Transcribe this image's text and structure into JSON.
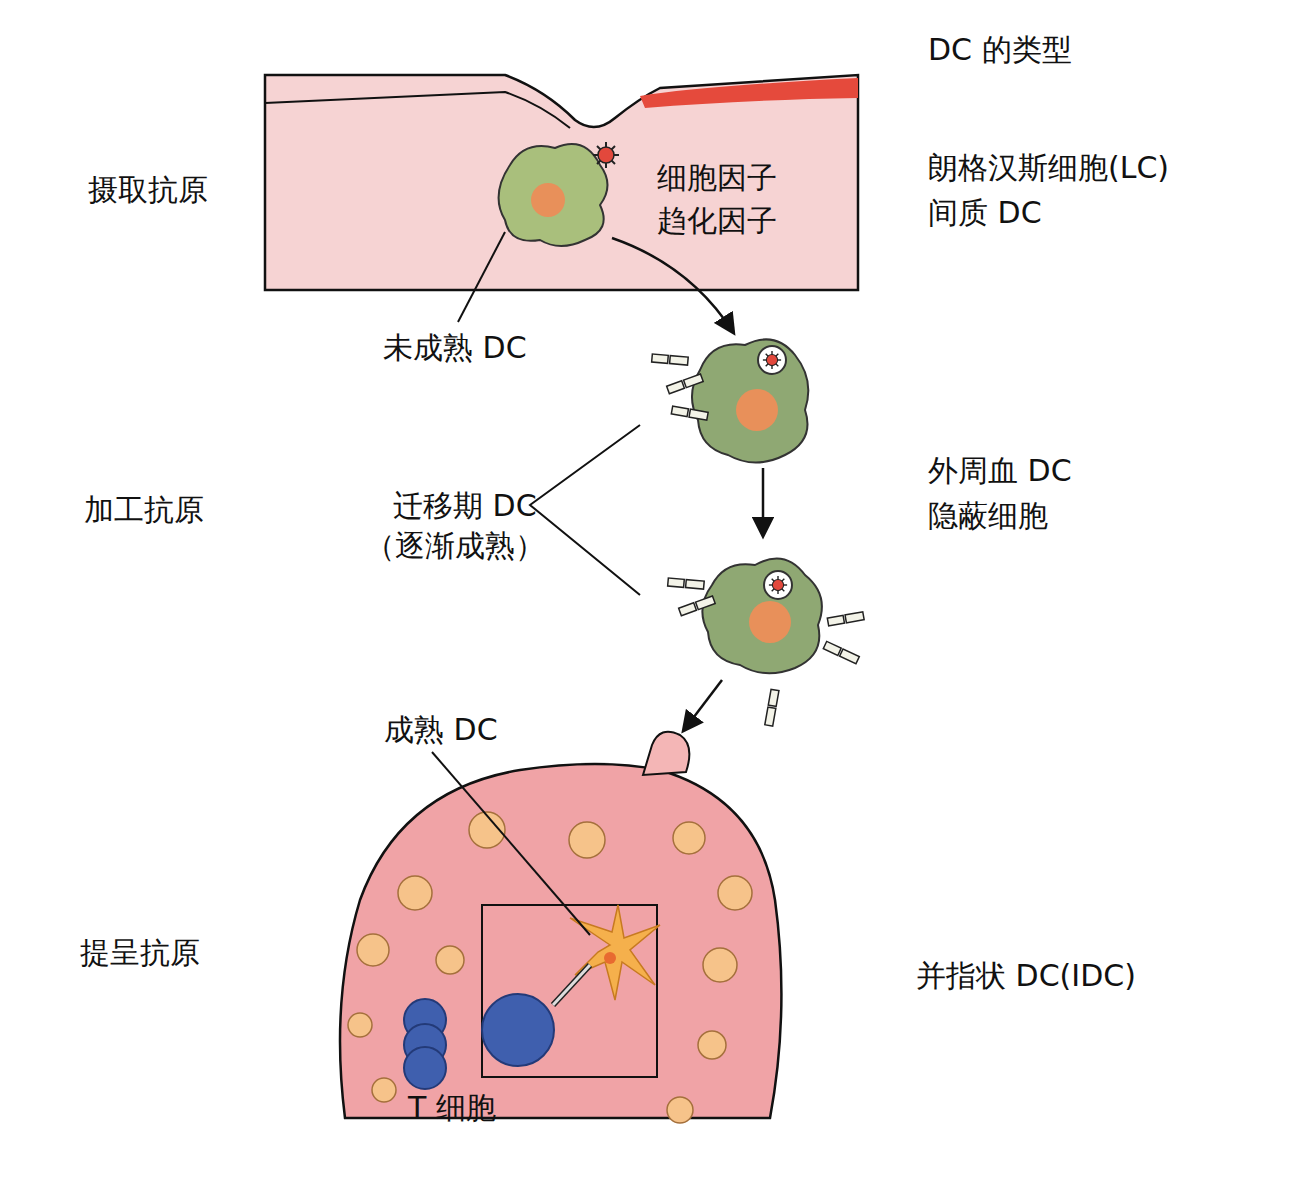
{
  "diagram": {
    "title": "DC 的类型",
    "labels": [
      "摄取抗原",
      "细胞因子",
      "趋化因子",
      "朗格汉斯细胞(LC)",
      "间质 DC",
      "未成熟 DC",
      "加工抗原",
      "迁移期 DC",
      "（逐渐成熟）",
      "外周血 DC",
      "隐蔽细胞",
      "成熟 DC",
      "提呈抗原",
      "并指状 DC(IDC)",
      "T 细胞"
    ]
  }
}
